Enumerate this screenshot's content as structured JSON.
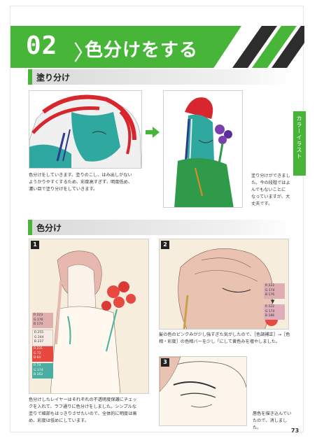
{
  "header": {
    "number": "02",
    "title": "色分けをする"
  },
  "side_tab": "カラーイラスト",
  "sections": {
    "nuriwake": "塗り分け",
    "irowake": "色分け"
  },
  "captions": {
    "nuriwake_left": [
      "色分けをしていきます。塗りのこし、はみ出しがない",
      "ようかりやすくするため、彩度高すぎず、明度低め、",
      "濃い目で塗り分けをしていきます。"
    ],
    "nuriwake_right": [
      "塗り分けができまし",
      "た。今の段階ではよ",
      "んでもないことに",
      "なっていますが、大",
      "丈夫です。"
    ],
    "step1": [
      "色分けしたレイヤーはそれぞれの不透明度保護にチェッ",
      "クを入れて、ラフ通りに色分けをしました。シンプルな",
      "塗りで細部もはっきりさせたいので、全体的に明度は高",
      "め、彩度は低めにしています。"
    ],
    "step2": [
      "髪の色のピンクみが少し強すぎた気がしたので、［色調補正］→［色",
      "相・彩度］の色相バーを少し「にして黄色みを増やしました。"
    ],
    "step3": [
      "唇色を描き込んでい",
      "たので、消しました。"
    ]
  },
  "steps": [
    "1",
    "2",
    "3"
  ],
  "swatches_step1": [
    {
      "lines": [
        "R 223",
        "G 176",
        "B 174"
      ],
      "color": "#dfb0ae",
      "light": true
    },
    {
      "lines": [
        "R 255",
        "G 244",
        "B 237"
      ],
      "color": "#f6ece4",
      "light": true
    },
    {
      "lines": [
        "R 231",
        "G 72",
        "B 64"
      ],
      "color": "#e74840",
      "light": false
    },
    {
      "lines": [
        "R 74",
        "G 174",
        "B 162"
      ],
      "color": "#4aaea2",
      "light": false
    }
  ],
  "swatches_step2": [
    {
      "lines": [
        "R 222",
        "G 174",
        "B 176"
      ],
      "color": "#deaeb0",
      "light": true
    },
    {
      "lines": [
        "R 222",
        "G 174",
        "B 186"
      ],
      "color": "#deaeba",
      "light": true
    }
  ],
  "page_number": "73",
  "colors": {
    "accent": "#46b538",
    "dark_stripe": "#2d2d2d",
    "hair_red": "#d8262f",
    "skin_teal": "#2fa9a0",
    "dress_green": "#2f9a4a"
  }
}
